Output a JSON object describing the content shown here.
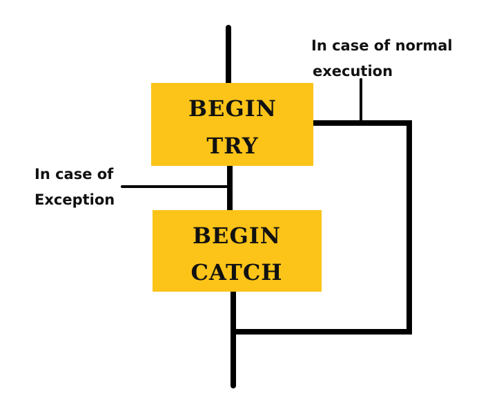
{
  "colors": {
    "box_fill": "#fcc419",
    "line": "#000000",
    "text": "#111111",
    "background": "#ffffff"
  },
  "try_block": {
    "line1": "BEGIN",
    "line2": "TRY"
  },
  "catch_block": {
    "line1": "BEGIN",
    "line2": "CATCH"
  },
  "normal_note": {
    "line1": "In case of normal",
    "line2": "execution"
  },
  "exception_note": {
    "line1": "In case of",
    "line2": "Exception"
  }
}
